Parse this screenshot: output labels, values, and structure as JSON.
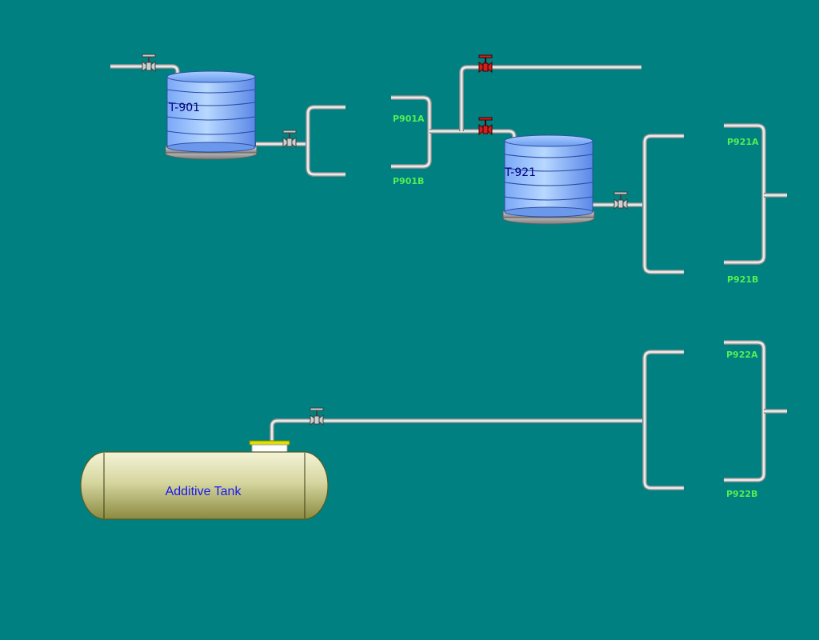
{
  "tanks": {
    "t901": "T-901",
    "t921": "T-921",
    "additive": "Additive Tank"
  },
  "pumps": {
    "p901a": "P901A",
    "p901b": "P901B",
    "p921a": "P921A",
    "p921b": "P921B",
    "p922a": "P922A",
    "p922b": "P922B"
  },
  "colors": {
    "background": "#008080",
    "pump_label": "#55ee55",
    "tank_label": "#00007a",
    "additive_label": "#1a1aee",
    "valve_open": "#c8d0d0",
    "valve_closed": "#d02020"
  },
  "valves": [
    {
      "id": "v-t901-inlet",
      "state": "open"
    },
    {
      "id": "v-t901-outlet",
      "state": "open"
    },
    {
      "id": "v-top-line",
      "state": "closed"
    },
    {
      "id": "v-t921-inlet",
      "state": "closed"
    },
    {
      "id": "v-t921-outlet",
      "state": "open"
    },
    {
      "id": "v-additive-outlet",
      "state": "open"
    }
  ]
}
